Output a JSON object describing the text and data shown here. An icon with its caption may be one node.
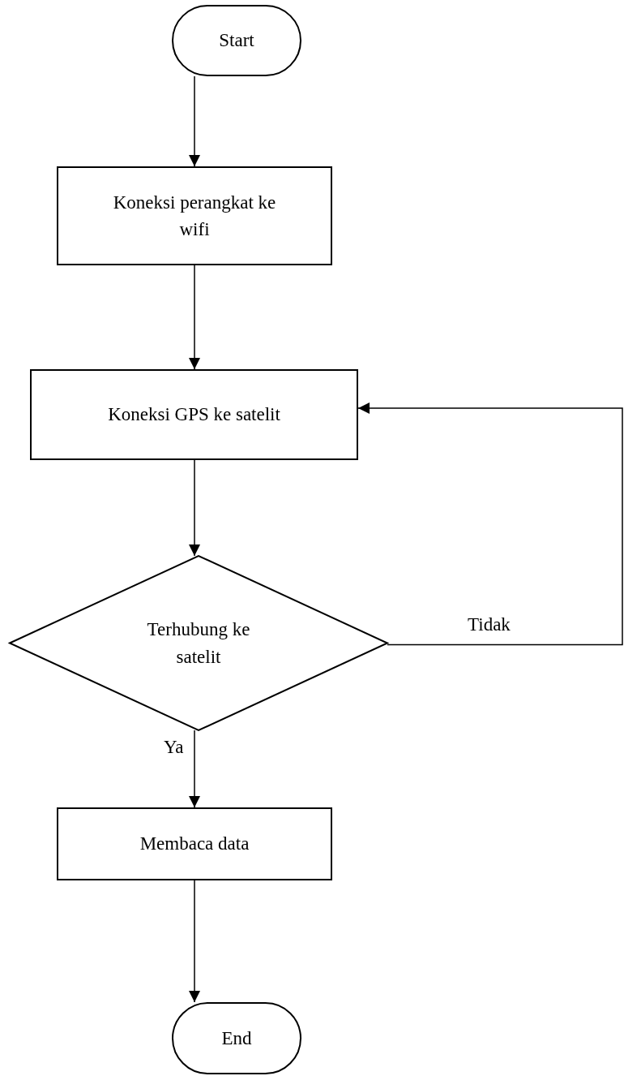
{
  "diagram": {
    "nodes": [
      {
        "text": [
          "Start"
        ]
      },
      {
        "text": [
          "Koneksi perangkat ke wifi"
        ]
      },
      {
        "text": [
          "Koneksi GPS ke satelit"
        ]
      },
      {
        "text": [
          "Terhubung ke satelit"
        ]
      },
      {
        "text": [
          "Membaca data"
        ]
      },
      {
        "text": [
          "End"
        ]
      }
    ],
    "edges": [
      {
        "from": 0,
        "to": 1,
        "arrow": "to"
      },
      {
        "from": 1,
        "to": 2,
        "arrow": "to"
      },
      {
        "from": 2,
        "to": 3,
        "arrow": "to"
      },
      {
        "from": 3,
        "to": 2,
        "arrow": "to",
        "label": "Tidak"
      },
      {
        "from": 3,
        "to": 4,
        "arrow": "to",
        "label": "Ya"
      },
      {
        "from": 4,
        "to": 5,
        "arrow": "to"
      }
    ]
  }
}
